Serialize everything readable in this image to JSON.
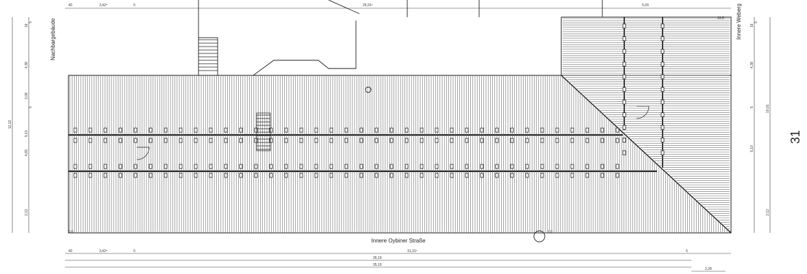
{
  "street_labels": {
    "bottom": "Innere Oybiner Straße",
    "right": "Innere Weberg"
  },
  "neighbor_label": "Nachbargebäude",
  "sheet_number": "31",
  "dimensions": {
    "top": [
      "40",
      "3,42⁵",
      "5",
      "26,91⁵",
      "5,00"
    ],
    "bottom_row1": [
      "40",
      "3,42⁵",
      "5",
      "31,31⁵",
      "5"
    ],
    "bottom_row2": "35,19",
    "bottom_row3": "35,19",
    "bottom_right": "2,28",
    "left_chain": [
      "16",
      "5",
      "4,38",
      "2,08",
      "5",
      "12,13",
      "4,65",
      "5,10",
      "2,12"
    ],
    "right_chain": [
      "16",
      "5",
      "4,38",
      "5",
      "10,01",
      "5,10",
      "2,12"
    ],
    "corner_bottom_left": "0,6",
    "corner_bottom_mid": "1,0",
    "corner_top_right": "23,5"
  },
  "colors": {
    "line": "#1a1a1a",
    "roof_line": "#555555",
    "background": "#ffffff"
  }
}
